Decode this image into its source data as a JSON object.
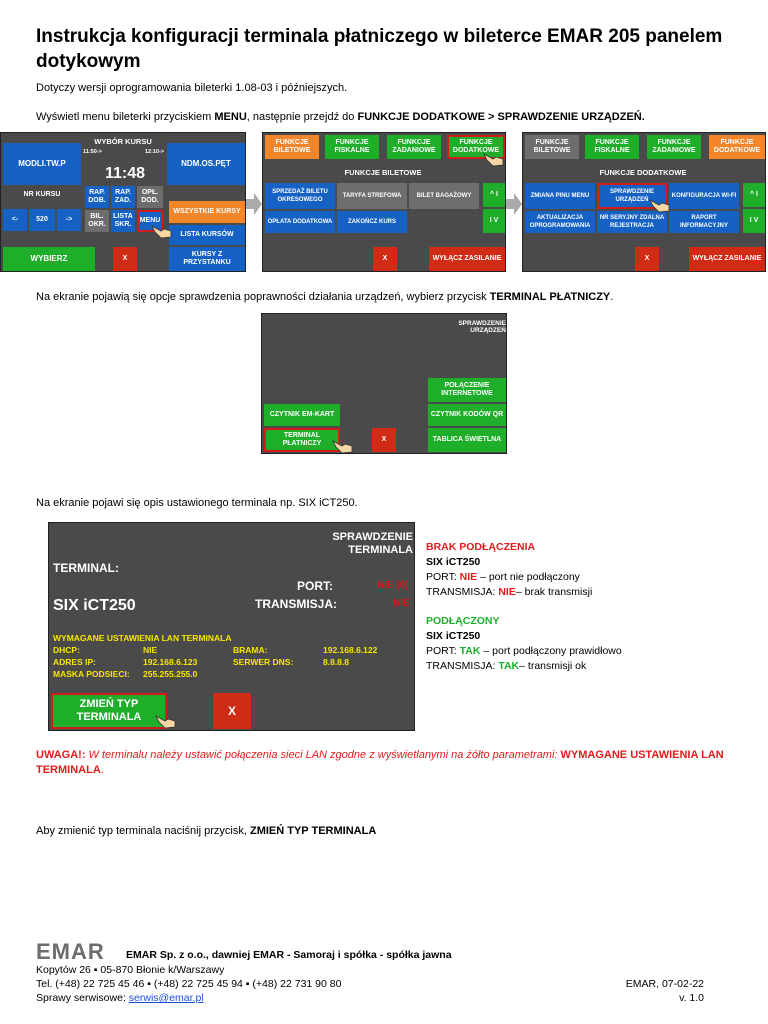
{
  "title": "Instrukcja konfiguracji terminala płatniczego w bileterce EMAR 205 panelem dotykowym",
  "intro": "Dotyczy wersji oprogramowania bileterki 1.08-03 i późniejszych.",
  "step1": {
    "pre": "Wyświetl menu bileterki przyciskiem ",
    "b1": "MENU",
    "mid": ", następnie przejdź do ",
    "b2": "FUNKCJE DODATKOWE > SPRAWDZENIE URZĄDZEŃ."
  },
  "screen1": {
    "header": "WYBÓR KURSU",
    "t_left": "11:50->",
    "t_right": "12:10->",
    "clock": "11:48",
    "modli": "MODLI.TW.P",
    "ndm": "NDM.OS.PĘT",
    "nr_kursu": "NR KURSU",
    "prev": "<-",
    "num": "520",
    "next": "->",
    "rap_dob": "RAP. DOB.",
    "rap_zad": "RAP. ZAD.",
    "opl_dod": "OPŁ. DOD.",
    "bil_okr": "BIL. OKR.",
    "lista_skr": "LISTA SKR.",
    "menu": "MENU",
    "wszystkie": "WSZYSTKIE KURSY",
    "lista_kursow": "LISTA KURSÓW",
    "kursy_z": "KURSY Z PRZYSTANKU",
    "wybierz": "WYBIERZ",
    "x": "X"
  },
  "screen2": {
    "tabs": [
      "FUNKCJE BILETOWE",
      "FUNKCJE FISKALNE",
      "FUNKCJE ZADANIOWE",
      "FUNKCJE DODATKOWE"
    ],
    "header": "FUNKCJE BILETOWE",
    "items": [
      "SPRZEDAŻ BILETU OKRESOWEGO",
      "TARYFA STREFOWA",
      "BILET BAGAŻOWY",
      "OPŁATA DODATKOWA",
      "ZAKOŃCZ KURS"
    ],
    "up": "^ I",
    "down": "I V",
    "x": "X",
    "off": "WYŁĄCZ ZASILANIE"
  },
  "screen3": {
    "tabs": [
      "FUNKCJE BILETOWE",
      "FUNKCJE FISKALNE",
      "FUNKCJE ZADANIOWE",
      "FUNKCJE DODATKOWE"
    ],
    "header": "FUNKCJE DODATKOWE",
    "items": [
      "ZMIANA PINU MENU",
      "SPRAWDZENIE URZĄDZEŃ",
      "KONFIGURACJA WI-FI",
      "AKTUALIZACJA OPROGRAMOWANIA",
      "NR SERYJNY ZDALNA REJESTRACJA",
      "RAPORT INFORMACYJNY"
    ],
    "up": "^ I",
    "down": "I V",
    "x": "X",
    "off": "WYŁĄCZ ZASILANIE"
  },
  "step2": {
    "pre": "Na ekranie pojawią się opcje sprawdzenia poprawności działania urządzeń, wybierz przycisk ",
    "b": "TERMINAL PŁATNICZY",
    "post": "."
  },
  "screen4": {
    "header": "SPRAWDZENIE URZĄDZEŃ",
    "em": "CZYTNIK EM-KART",
    "terminal": "TERMINAL PŁATNICZY",
    "x": "X",
    "internet": "POŁĄCZENIE INTERNETOWE",
    "qr": "CZYTNIK KODÓW QR",
    "tablica": "TABLICA ŚWIETLNA"
  },
  "step3": "Na ekranie pojawi się opis ustawionego terminala np. SIX iCT250.",
  "screen5": {
    "header1": "SPRAWDZENIE",
    "header2": "TERMINALA",
    "terminal_label": "TERMINAL:",
    "terminal_name": "SIX iCT250",
    "port_label": "PORT:",
    "port_val": "NIE (0)",
    "trans_label": "TRANSMISJA:",
    "trans_val": "NIE",
    "lan_header": "WYMAGANE USTAWIENIA LAN TERMINALA",
    "dhcp_l": "DHCP:",
    "dhcp_v": "NIE",
    "brama_l": "BRAMA:",
    "brama_v": "192.168.6.122",
    "ip_l": "ADRES IP:",
    "ip_v": "192.168.6.123",
    "dns_l": "SERWER DNS:",
    "dns_v": "8.8.8.8",
    "mask_l": "MASKA PODSIECI:",
    "mask_v": "255.255.255.0",
    "change": "ZMIEŃ TYP TERMINALA",
    "x": "X"
  },
  "side": {
    "brak_title": "BRAK PODŁĄCZENIA",
    "brak_name": "SIX iCT250",
    "brak_port_pre": "PORT: ",
    "brak_port_val": "NIE",
    "brak_port_post": " – port nie podłączony",
    "brak_tr_pre": "TRANSMISJA: ",
    "brak_tr_val": "NIE",
    "brak_tr_post": "– brak transmisji",
    "ok_title": "PODŁĄCZONY",
    "ok_name": "SIX iCT250",
    "ok_port_pre": "PORT: ",
    "ok_port_val": "TAK",
    "ok_port_post": " – port podłączony prawidłowo",
    "ok_tr_pre": "TRANSMISJA: ",
    "ok_tr_val": "TAK",
    "ok_tr_post": "– transmisji ok"
  },
  "warning": {
    "label": "UWAGA!:",
    "text": " W terminalu należy ustawić połączenia sieci LAN zgodne z wyświetlanymi na żółto parametrami: ",
    "bold": "WYMAGANE USTAWIENIA LAN TERMINALA",
    "end": "."
  },
  "step4": {
    "pre": "Aby zmienić typ terminala naciśnij przycisk, ",
    "b": "ZMIEŃ TYP TERMINALA"
  },
  "footer": {
    "logo": "EMAR",
    "company": "EMAR Sp. z o.o., dawniej EMAR - Samoraj i spółka - spółka jawna",
    "address": "Kopytów 26 ▪ 05-870 Błonie k/Warszawy",
    "phone": "Tel. (+48) 22 725 45 46 ▪ (+48) 22 725 45 94 ▪ (+48) 22 731 90 80",
    "service_pre": "Sprawy serwisowe: ",
    "email": "serwis@emar.pl",
    "date": "EMAR, 07-02-22",
    "version": "v. 1.0"
  },
  "colors": {
    "blue": "#1561c4",
    "green": "#1eae2a",
    "orange": "#f4852a",
    "red": "#d02b14",
    "panel": "#4a4a4a",
    "yellow": "#f7e600"
  }
}
